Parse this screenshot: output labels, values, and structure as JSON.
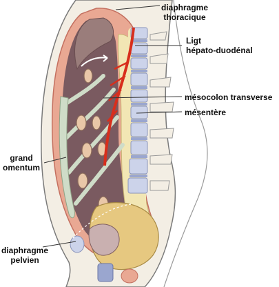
{
  "labels": {
    "diaphragme_thoracique": [
      "diaphragme",
      "thoracique"
    ],
    "ligt_hepato_duodenal": [
      "Ligt",
      "hépato-duodénal"
    ],
    "mesocolon_transverse": "mésocolon transverse",
    "mesentere": "mésentère",
    "grand_omentum": [
      "grand",
      "omentum"
    ],
    "diaphragme_pelvien": [
      "diaphragme",
      "pelvien"
    ]
  },
  "colors": {
    "skin": "#f3eee4",
    "body_outline": "#7a7a7a",
    "peritoneal_sac": "#e9a893",
    "cavity": "#7a5a60",
    "omentum": "#cfdcc8",
    "fat": "#f2e6b4",
    "vertebra": "#ccd3ea",
    "disc": "#9aa6cf",
    "artery": "#d82e1c",
    "leader_line": "#333333"
  }
}
